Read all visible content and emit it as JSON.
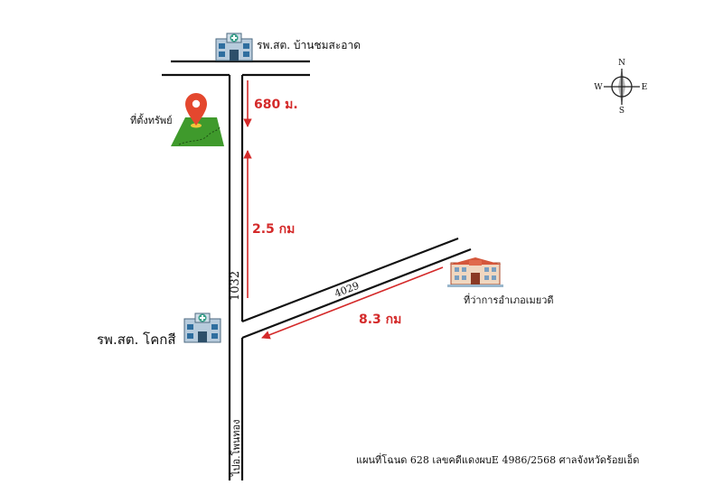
{
  "places": {
    "top_clinic": "รพ.สต. บ้านชมสะอาด",
    "property": "ที่ตั้งทรัพย์",
    "left_clinic": "รพ.สต. โคกสี",
    "district_office": "ที่ว่าการอำเภอเมยวดี"
  },
  "roads": {
    "main_road_number": "1032",
    "branch_road_number": "4029",
    "bottom_road_label": "ไปอ.โพนทอง"
  },
  "distances": {
    "north_segment": "680 ม.",
    "south_segment": "2.5 กม",
    "branch_segment": "8.3 กม"
  },
  "compass": {
    "n": "N",
    "s": "S",
    "e": "E",
    "w": "W"
  },
  "footer_caption": "แผนที่โฉนด 628 เลขคดีแดงผบE 4986/2568  ศาลจังหวัดร้อยเอ็ด",
  "colors": {
    "distance": "#d42a2a",
    "road": "#111111",
    "grass": "#3f9a2c",
    "pin": "#e4472e"
  },
  "icons": [
    "clinic-building-icon",
    "location-pin-icon",
    "government-office-icon",
    "compass-rose-icon"
  ]
}
